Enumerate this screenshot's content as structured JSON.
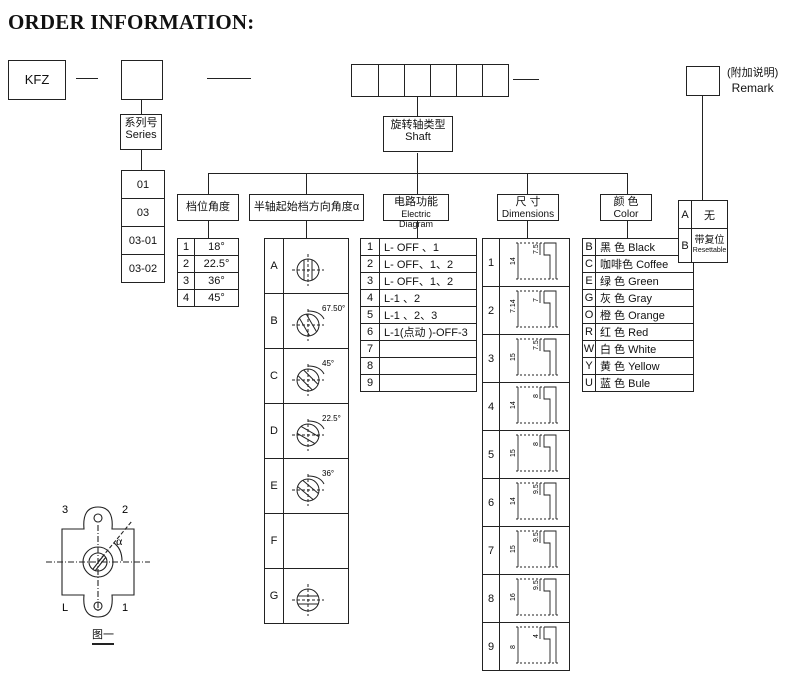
{
  "title": "ORDER INFORMATION:",
  "model": "KFZ",
  "remark": {
    "zh": "(附加说明)",
    "en": "Remark"
  },
  "series": {
    "header_zh": "系列号",
    "header_en": "Series",
    "items": [
      "01",
      "03",
      "03-01",
      "03-02"
    ]
  },
  "shaft": {
    "header_zh": "旋转轴类型",
    "header_en": "Shaft"
  },
  "position_angle": {
    "header_zh": "档位角度",
    "rows": [
      {
        "code": "1",
        "angle": "18°"
      },
      {
        "code": "2",
        "angle": "22.5°"
      },
      {
        "code": "3",
        "angle": "36°"
      },
      {
        "code": "4",
        "angle": "45°"
      }
    ]
  },
  "start_angle": {
    "header_zh": "半轴起始档方向角度",
    "header_symbol": "α",
    "rows": [
      {
        "code": "A",
        "angle_label": ""
      },
      {
        "code": "B",
        "angle_label": "67.50°"
      },
      {
        "code": "C",
        "angle_label": "45°"
      },
      {
        "code": "D",
        "angle_label": "22.5°"
      },
      {
        "code": "E",
        "angle_label": "36°"
      },
      {
        "code": "F",
        "angle_label": ""
      },
      {
        "code": "G",
        "angle_label": ""
      }
    ]
  },
  "electric": {
    "header_zh": "电路功能",
    "header_en": "Electric Diagram",
    "rows": [
      {
        "code": "1",
        "desc": "L- OFF 、1"
      },
      {
        "code": "2",
        "desc": "L- OFF、1、2"
      },
      {
        "code": "3",
        "desc": "L- OFF、1、2"
      },
      {
        "code": "4",
        "desc": "L-1 、2"
      },
      {
        "code": "5",
        "desc": "L-1 、2、3"
      },
      {
        "code": "6",
        "desc": "L-1(点动 )-OFF-3"
      },
      {
        "code": "7",
        "desc": ""
      },
      {
        "code": "8",
        "desc": ""
      },
      {
        "code": "9",
        "desc": ""
      }
    ]
  },
  "dimensions": {
    "header_zh": "尺 寸",
    "header_en": "Dimensions",
    "rows": [
      {
        "code": "1",
        "outer": "14",
        "inner": "7.5"
      },
      {
        "code": "2",
        "outer": "7.14",
        "inner": "7"
      },
      {
        "code": "3",
        "outer": "15",
        "inner": "7.5"
      },
      {
        "code": "4",
        "outer": "14",
        "inner": "8"
      },
      {
        "code": "5",
        "outer": "15",
        "inner": "8"
      },
      {
        "code": "6",
        "outer": "14",
        "inner": "9.5"
      },
      {
        "code": "7",
        "outer": "15",
        "inner": "9.5"
      },
      {
        "code": "8",
        "outer": "16",
        "inner": "9.5"
      },
      {
        "code": "9",
        "outer": "8",
        "inner": "4"
      }
    ]
  },
  "color": {
    "header_zh": "颜 色",
    "header_en": "Color",
    "rows": [
      {
        "code": "B",
        "zh": "黑 色",
        "en": "Black"
      },
      {
        "code": "C",
        "zh": "咖啡色",
        "en": "Coffee"
      },
      {
        "code": "E",
        "zh": "绿 色",
        "en": "Green"
      },
      {
        "code": "G",
        "zh": "灰 色",
        "en": "Gray"
      },
      {
        "code": "O",
        "zh": "橙 色",
        "en": "Orange"
      },
      {
        "code": "R",
        "zh": "红 色",
        "en": "Red"
      },
      {
        "code": "W",
        "zh": "白 色",
        "en": "White"
      },
      {
        "code": "Y",
        "zh": "黄 色",
        "en": "Yellow"
      },
      {
        "code": "U",
        "zh": "蓝 色",
        "en": "Bule"
      }
    ]
  },
  "remark_options": [
    {
      "code": "A",
      "zh": "无",
      "en": ""
    },
    {
      "code": "B",
      "zh": "带复位",
      "en": "Resettable"
    }
  ],
  "figure": {
    "caption": "图一",
    "labels": {
      "tl": "3",
      "tr": "2",
      "bl": "L",
      "br": "1",
      "alpha": "α"
    }
  }
}
